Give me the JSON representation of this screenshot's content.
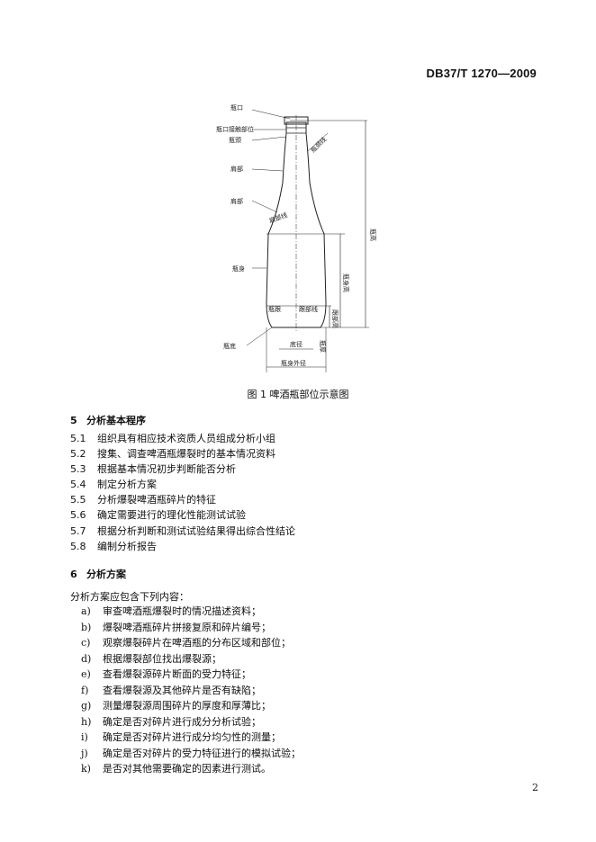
{
  "header": {
    "standard_code": "DB37/T  1270—2009"
  },
  "figure": {
    "labels": {
      "mouth": "瓶口",
      "mouth_hardware": "瓶口接触部位",
      "neck": "瓶颈",
      "neck_line": "瓶颈线",
      "shoulder": "肩部",
      "shoulder_side": "肩部",
      "shoulder_line": "肩部线",
      "body": "瓶身",
      "heel": "瓶跟",
      "heel_line": "跟部线",
      "bottom": "瓶底",
      "height": "瓶高",
      "body_height": "瓶身高",
      "heel_height": "跟部高",
      "base_width": "底径",
      "bottom_thickness": "瓶厚",
      "body_diameter": "瓶身外径"
    },
    "caption": "图 1 啤酒瓶部位示意图"
  },
  "section5": {
    "number": "5",
    "title": "分析基本程序",
    "clauses": [
      {
        "num": "5.1",
        "text": "组织具有相应技术资质人员组成分析小组"
      },
      {
        "num": "5.2",
        "text": "搜集、调查啤酒瓶爆裂时的基本情况资料"
      },
      {
        "num": "5.3",
        "text": "根据基本情况初步判断能否分析"
      },
      {
        "num": "5.4",
        "text": "制定分析方案"
      },
      {
        "num": "5.5",
        "text": "分析爆裂啤酒瓶碎片的特征"
      },
      {
        "num": "5.6",
        "text": "确定需要进行的理化性能测试试验"
      },
      {
        "num": "5.7",
        "text": "根据分析判断和测试试验结果得出综合性结论"
      },
      {
        "num": "5.8",
        "text": "编制分析报告"
      }
    ]
  },
  "section6": {
    "number": "6",
    "title": "分析方案",
    "intro": "分析方案应包含下列内容：",
    "items": [
      {
        "mark": "a)",
        "text": "审查啤酒瓶爆裂时的情况描述资料；"
      },
      {
        "mark": "b)",
        "text": "爆裂啤酒瓶碎片拼接复原和碎片编号；"
      },
      {
        "mark": "c)",
        "text": "观察爆裂碎片在啤酒瓶的分布区域和部位；"
      },
      {
        "mark": "d)",
        "text": "根据爆裂部位找出爆裂源；"
      },
      {
        "mark": "e)",
        "text": "查看爆裂源碎片断面的受力特征；"
      },
      {
        "mark": "f)",
        "text": "查看爆裂源及其他碎片是否有缺陷；"
      },
      {
        "mark": "g)",
        "text": "测量爆裂源周围碎片的厚度和厚薄比；"
      },
      {
        "mark": "h)",
        "text": "确定是否对碎片进行成分分析试验；"
      },
      {
        "mark": "i)",
        "text": "确定是否对碎片进行成分均匀性的测量；"
      },
      {
        "mark": "j)",
        "text": "确定是否对碎片的受力特征进行的模拟试验；"
      },
      {
        "mark": "k)",
        "text": "是否对其他需要确定的因素进行测试。"
      }
    ]
  },
  "footer": {
    "page_number": "2"
  }
}
